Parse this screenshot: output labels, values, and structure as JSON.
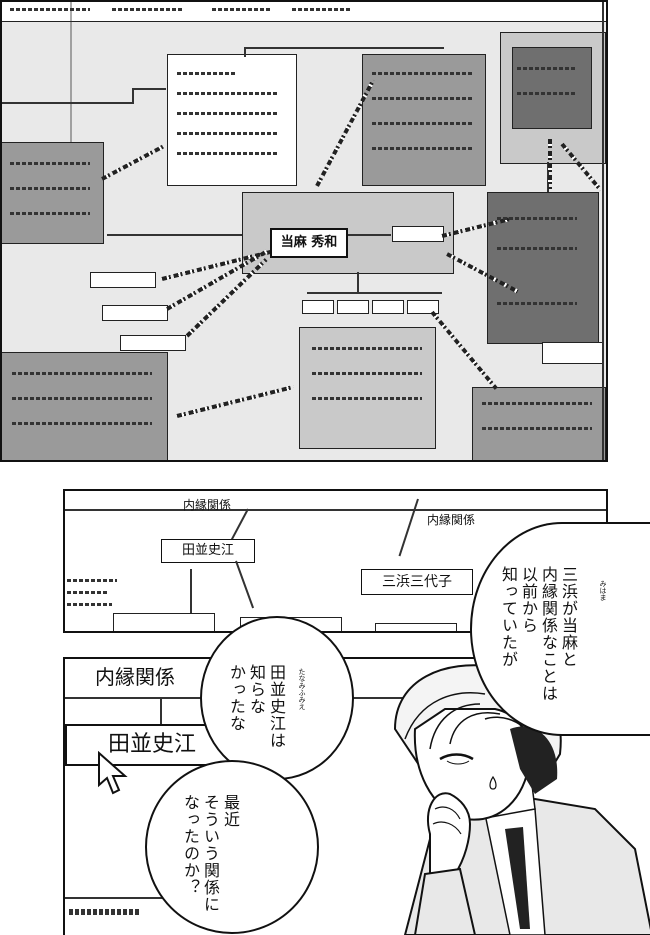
{
  "panel1": {
    "center_name": "当麻 秀和"
  },
  "panel2": {
    "label_relation_left": "内縁関係",
    "label_relation_right": "内縁関係",
    "name_left": "田並史江",
    "name_right": "三浜三代子"
  },
  "panel3": {
    "label_relation": "内縁関係",
    "name": "田並史江"
  },
  "bubbles": {
    "right": {
      "ruby": "みはま",
      "text": "三浜が当麻と\n内縁関係なことは\n以前から\n知っていたが"
    },
    "middle": {
      "ruby": "たなみふみえ",
      "text": "田並史江は\n知らな\nかったな"
    },
    "lower": {
      "text": "最近\nそういう関係に\nなったのか？"
    }
  }
}
